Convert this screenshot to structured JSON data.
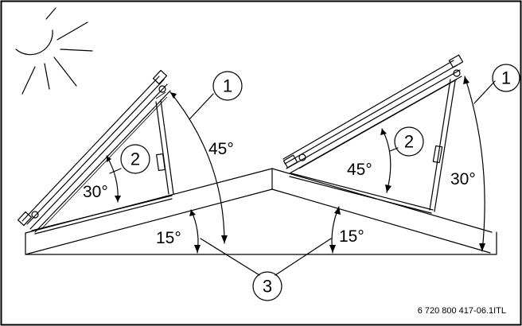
{
  "angles": {
    "left_tilt": "45°",
    "left_frame": "30°",
    "right_frame": "45°",
    "right_tilt": "30°",
    "roof_left": "15°",
    "roof_right": "15°"
  },
  "callouts": {
    "one_left": "1",
    "one_right": "1",
    "two_left": "2",
    "two_right": "2",
    "three": "3"
  },
  "doc_code": "6 720 800 417-06.1ITL",
  "icons": [
    "sun-icon"
  ]
}
